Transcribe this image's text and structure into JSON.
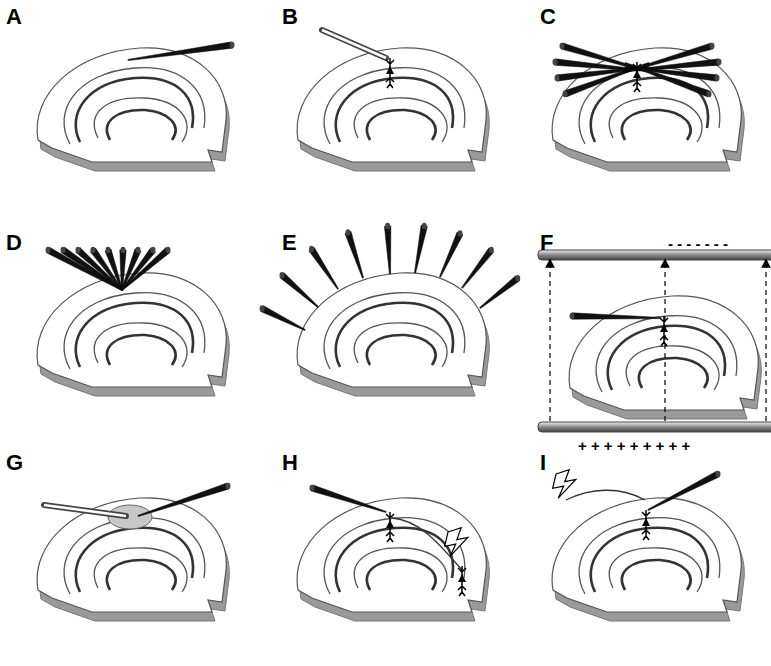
{
  "diagram": {
    "labels": [
      "A",
      "B",
      "C",
      "D",
      "E",
      "F",
      "G",
      "H",
      "I",
      "- - - - - - -",
      "+ + + + + + + + +"
    ]
  }
}
